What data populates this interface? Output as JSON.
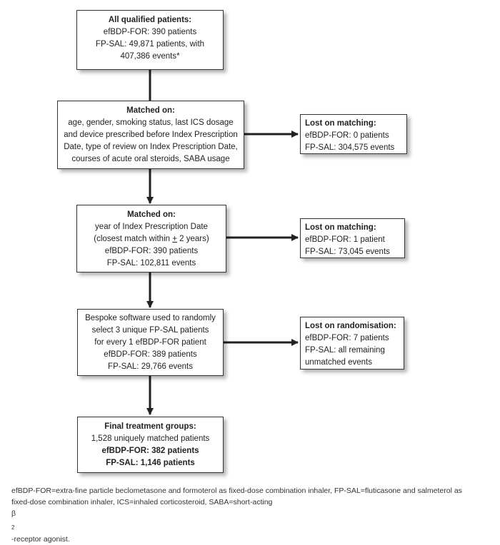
{
  "boxes": {
    "qualified": {
      "title": "All qualified patients:",
      "lines": [
        "efBDP-FOR: 390 patients",
        "FP-SAL: 49,871 patients, with",
        "407,386 events*"
      ]
    },
    "match1": {
      "title": "Matched on:",
      "lines": [
        "age, gender, smoking status, last ICS dosage",
        "and device prescribed before Index Prescription",
        "Date, type of review on Index Prescription Date,",
        "courses of acute oral steroids, SABA usage"
      ]
    },
    "lost1": {
      "title": "Lost on matching:",
      "lines": [
        "efBDP-FOR: 0 patients",
        "FP-SAL: 304,575 events"
      ]
    },
    "match2": {
      "title": "Matched on:",
      "lines": [
        "year of Index Prescription Date"
      ],
      "closest_prefix": "(closest match within ",
      "closest_symbol": "+",
      "closest_suffix": " 2 years)",
      "lines_after": [
        "efBDP-FOR: 390 patients",
        "FP-SAL: 102,811 events"
      ]
    },
    "lost2": {
      "title": "Lost on matching:",
      "lines": [
        "efBDP-FOR: 1 patient",
        "FP-SAL: 73,045 events"
      ]
    },
    "random": {
      "lines": [
        "Bespoke software used to randomly",
        "select 3 unique FP-SAL patients",
        "for every 1 efBDP-FOR patient",
        "efBDP-FOR: 389 patients",
        "FP-SAL: 29,766 events"
      ]
    },
    "lost3": {
      "title": "Lost on randomisation:",
      "lines": [
        "efBDP-FOR: 7 patients",
        "FP-SAL: all remaining",
        "unmatched events"
      ]
    },
    "final": {
      "title": "Final treatment groups:",
      "lines": [
        "1,528 uniquely matched patients"
      ],
      "bold_lines": [
        "efBDP-FOR: 382 patients",
        "FP-SAL: 1,146 patients"
      ]
    }
  },
  "footnote": {
    "line1": "efBDP-FOR=extra-fine particle beclometasone and formoterol as fixed-dose combination inhaler, FP-SAL=fluticasone and salmeterol as",
    "line2_prefix": "fixed-dose combination inhaler, ICS=inhaled corticosteroid, SABA=short-acting ",
    "line2_beta": "β",
    "line2_sub": "2",
    "line2_suffix": "-receptor agonist."
  },
  "colors": {
    "box_border": "#333333",
    "connector": "#222222",
    "text": "#222222"
  }
}
